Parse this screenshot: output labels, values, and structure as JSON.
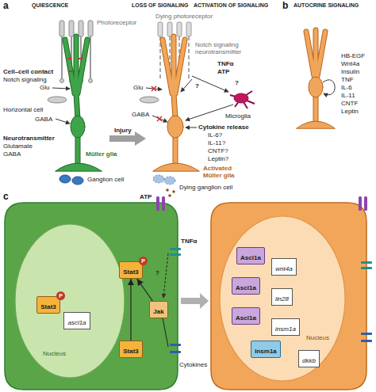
{
  "diagram": {
    "nodes": [
      {
        "text": [
          "Nucleus"
        ]
      },
      {
        "text": [
          "Stat3",
          "P"
        ],
        "in": 0
      },
      {
        "text": [
          "ascl1a"
        ],
        "in": 0
      },
      {
        "text": [
          "Stat3",
          "P"
        ]
      },
      {
        "text": [
          "Stat3"
        ]
      },
      {
        "text": [
          "Jak"
        ]
      },
      {
        "text": [
          "Nucleus"
        ]
      },
      {
        "text": [
          "Ascl1a"
        ],
        "in": 6
      },
      {
        "text": [
          "wnt4a"
        ],
        "in": 6
      },
      {
        "text": [
          "Ascl1a"
        ],
        "in": 6
      },
      {
        "text": [
          "lin28"
        ],
        "in": 6
      },
      {
        "text": [
          "Ascl1a"
        ],
        "in": 6
      },
      {
        "text": [
          "insm1a"
        ],
        "in": 6
      },
      {
        "text": [
          "Insm1a"
        ],
        "in": 6
      },
      {
        "text": [
          "dkkb"
        ],
        "in": 6
      }
    ],
    "edges": [
      {
        "from": 3,
        "to": 1,
        "arrow": "to"
      },
      {
        "from": 1,
        "to": 2,
        "arrow": "to"
      },
      {
        "from": 4,
        "to": 3,
        "arrow": "to"
      },
      {
        "from": 5,
        "to": 3,
        "arrow": "to"
      },
      {
        "from": 12,
        "to": 13,
        "arrow": "to"
      },
      {
        "from": 13,
        "to": 14,
        "arrow": "to"
      }
    ],
    "labels": [
      "a",
      "QUIESCENCE",
      "LOSS OF SIGNALING",
      "ACTIVATION OF SIGNALING",
      "Photoreceptor",
      "Cell–cell contact",
      "Notch signaling",
      "Glu",
      "Horizontal cell",
      "GABA",
      "Neurotransmitter",
      "Glutamate",
      "GABA",
      "Müller glia",
      "Ganglion cell",
      "Injury",
      "Dying photoreceptor",
      "Notch signaling neurotransmitter",
      "TNFα",
      "ATP",
      "?",
      "?",
      "Glu",
      "GABA",
      "Microglia",
      "Cytokine release",
      "IL-6?",
      "IL-11?",
      "CNTF?",
      "Leptin?",
      "Activated Müller glia",
      "Dying ganglion cell",
      "b",
      "AUTOCRINE SIGNALING",
      "HB-EGF",
      "Wnt4a",
      "Insulin",
      "TNF",
      "IL-6",
      "IL-11",
      "CNTF",
      "Leptin",
      "c",
      "ATP",
      "TNFα",
      "?",
      "Cytokines"
    ]
  }
}
